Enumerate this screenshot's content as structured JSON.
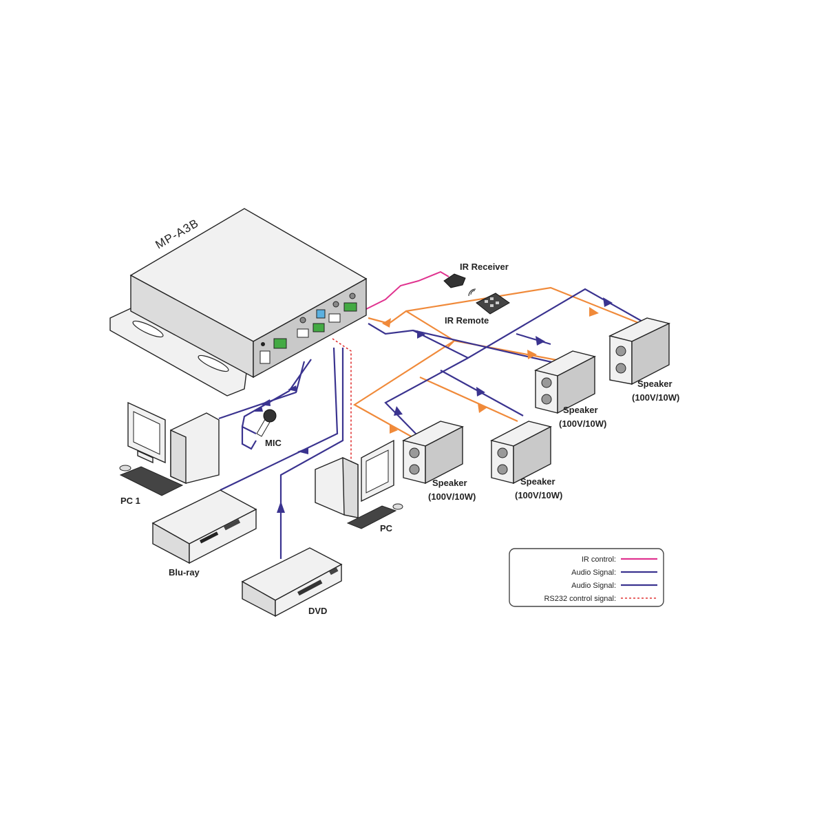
{
  "device": {
    "model": "MP-A3B"
  },
  "labels": {
    "ir_receiver": "IR Receiver",
    "ir_remote": "IR Remote",
    "speaker_1": "Speaker",
    "speaker_1_rating": "(100V/10W)",
    "speaker_2": "Speaker",
    "speaker_2_rating": "(100V/10W)",
    "speaker_3": "Speaker",
    "speaker_3_rating": "(100V/10W)",
    "speaker_4": "Speaker",
    "speaker_4_rating": "(100V/10W)",
    "pc1": "PC 1",
    "mic": "MIC",
    "pc": "PC",
    "bluray": "Blu-ray",
    "dvd": "DVD"
  },
  "legend": {
    "items": [
      {
        "label": "IR control:",
        "color": "#e0338f",
        "style": "solid"
      },
      {
        "label": "Audio Signal:",
        "color": "#3a338f",
        "style": "solid"
      },
      {
        "label": "Audio Signal:",
        "color": "#3a338f",
        "style": "solid"
      },
      {
        "label": "RS232 control signal:",
        "color": "#e03030",
        "style": "dotted"
      }
    ]
  },
  "colors": {
    "ir_control": "#e0338f",
    "audio_blue": "#3a338f",
    "audio_orange": "#f08a3a",
    "rs232": "#e03030"
  }
}
